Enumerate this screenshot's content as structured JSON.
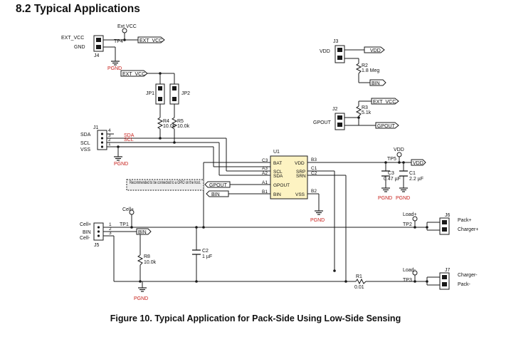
{
  "heading": "8.2  Typical Applications",
  "caption": "Figure 10.  Typical Application for Pack-Side Using Low-Side Sensing",
  "colors": {
    "wire": "#1a1a1a",
    "chip_fill": "#fdf3c2",
    "signal_text": "#c8201b",
    "note_fill": "#eeeeee",
    "gnd_color": "#c8201b"
  },
  "labels": {
    "ext_vcc_top": "Ext VCC",
    "tp4": "TP4",
    "ext_vcc_flag1": "EXT_VCC",
    "j4_ext": "EXT_VCC",
    "j4_gnd": "GND",
    "j4": "J4",
    "pgnd1": "PGND",
    "ext_vcc_flag2": "EXT_VCC",
    "jp1": "JP1",
    "jp2": "JP2",
    "r4": "R4",
    "r4_val": "10.0k",
    "r5": "R5",
    "r5_val": "10.0k",
    "j1": "J1",
    "j1_sda": "SDA",
    "j1_scl": "SCL",
    "j1_vss": "VSS",
    "pin4": "4",
    "pin3": "3",
    "pin2": "2",
    "pin1": "1",
    "sda_net": "SDA",
    "scl_net": "SCL",
    "pgnd2": "PGND",
    "u1": "U1",
    "c3_pin": "C3",
    "a3_pin": "A3",
    "a2_pin": "A2",
    "a1_pin": "A1",
    "b1_pin": "B1",
    "bat": "BAT",
    "scl": "SCL",
    "sda": "SDA",
    "gpout": "GPOUT",
    "bin": "BIN",
    "vdd": "VDD",
    "srp": "SRP",
    "srn": "SRN",
    "vss": "VSS",
    "b3_pin": "B3",
    "c1_pin": "C1",
    "c2_pin": "C2",
    "b2_pin": "B2",
    "pgnd3": "PGND",
    "note": "Recommended to be connected to a GPIO on the host.",
    "gpout_flag": "GPOUT",
    "bin_flag": "BIN",
    "j3": "J3",
    "vdd_j3": "VDD",
    "vdd_flag_j3": "VDD",
    "r2": "R2",
    "r2_val": "1.8 Meg",
    "bin_flag2": "BIN",
    "ext_vcc_flag3": "EXT_VCC",
    "r3": "R3",
    "r3_val": "5.1k",
    "j2": "J2",
    "gpout_j2": "GPOUT",
    "gpout_flag2": "GPOUT",
    "vdd_top": "VDD",
    "tp5": "TP5",
    "vdd_flag3": "VDD",
    "c3": "C3",
    "c3_val": "0.47 µF",
    "c1": "C1",
    "c1_val": "2.2 µF",
    "pgnd4": "PGND",
    "pgnd5": "PGND",
    "cellp_top": "Cell+",
    "tp1": "TP1",
    "bin_flag3": "BIN",
    "j5_cellp": "Cell+",
    "j5_bin": "BIN",
    "j5_celln": "Cell-",
    "j5": "J5",
    "j5_pin1": "1",
    "j5_pin2": "2",
    "j5_pin3": "3",
    "r8": "R8",
    "r8_val": "10.0k",
    "c2": "C2",
    "c2_val": "1 µF",
    "pgnd6": "PGND",
    "r1": "R1",
    "r1_val": "0.01",
    "load_top": "Load+",
    "tp2": "TP2",
    "j6": "J6",
    "packp": "Pack+",
    "chargerp": "Charger+",
    "load_bot": "Load-",
    "tp3": "TP3",
    "j7": "J7",
    "chargerm": "Charger-",
    "packm": "Pack-"
  }
}
